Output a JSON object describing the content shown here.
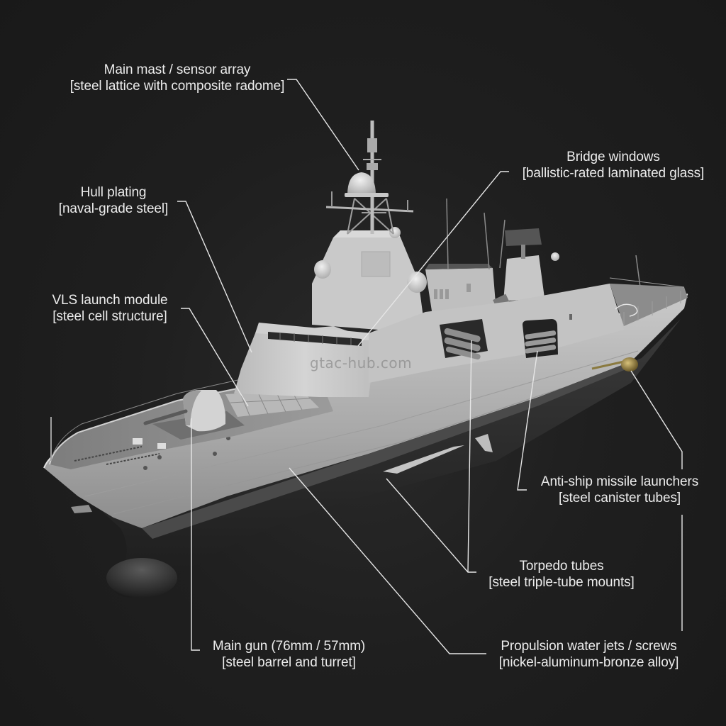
{
  "diagram": {
    "subject": "Naval frigate / destroyer 3D render with material callouts",
    "background_color": "#1d1d1d",
    "line_color": "#e6e6e6",
    "text_color": "#ececec",
    "watermark": "gtac-hub.com",
    "callouts": [
      {
        "id": "mast",
        "title": "Main mast / sensor array",
        "material": "[steel lattice with composite radome]"
      },
      {
        "id": "bridge",
        "title": "Bridge windows",
        "material": "[ballistic-rated laminated glass]"
      },
      {
        "id": "hull",
        "title": "Hull plating",
        "material": "[naval-grade steel]"
      },
      {
        "id": "vls",
        "title": "VLS launch module",
        "material": "[steel cell structure]"
      },
      {
        "id": "antiship",
        "title": "Anti-ship missile launchers",
        "material": "[steel canister tubes]"
      },
      {
        "id": "torpedo",
        "title": "Torpedo tubes",
        "material": "[steel triple-tube mounts]"
      },
      {
        "id": "gun",
        "title": "Main gun (76mm / 57mm)",
        "material": "[steel barrel and turret]"
      },
      {
        "id": "propulsion",
        "title": "Propulsion water jets / screws",
        "material": "[nickel-aluminum-bronze alloy]"
      }
    ]
  }
}
